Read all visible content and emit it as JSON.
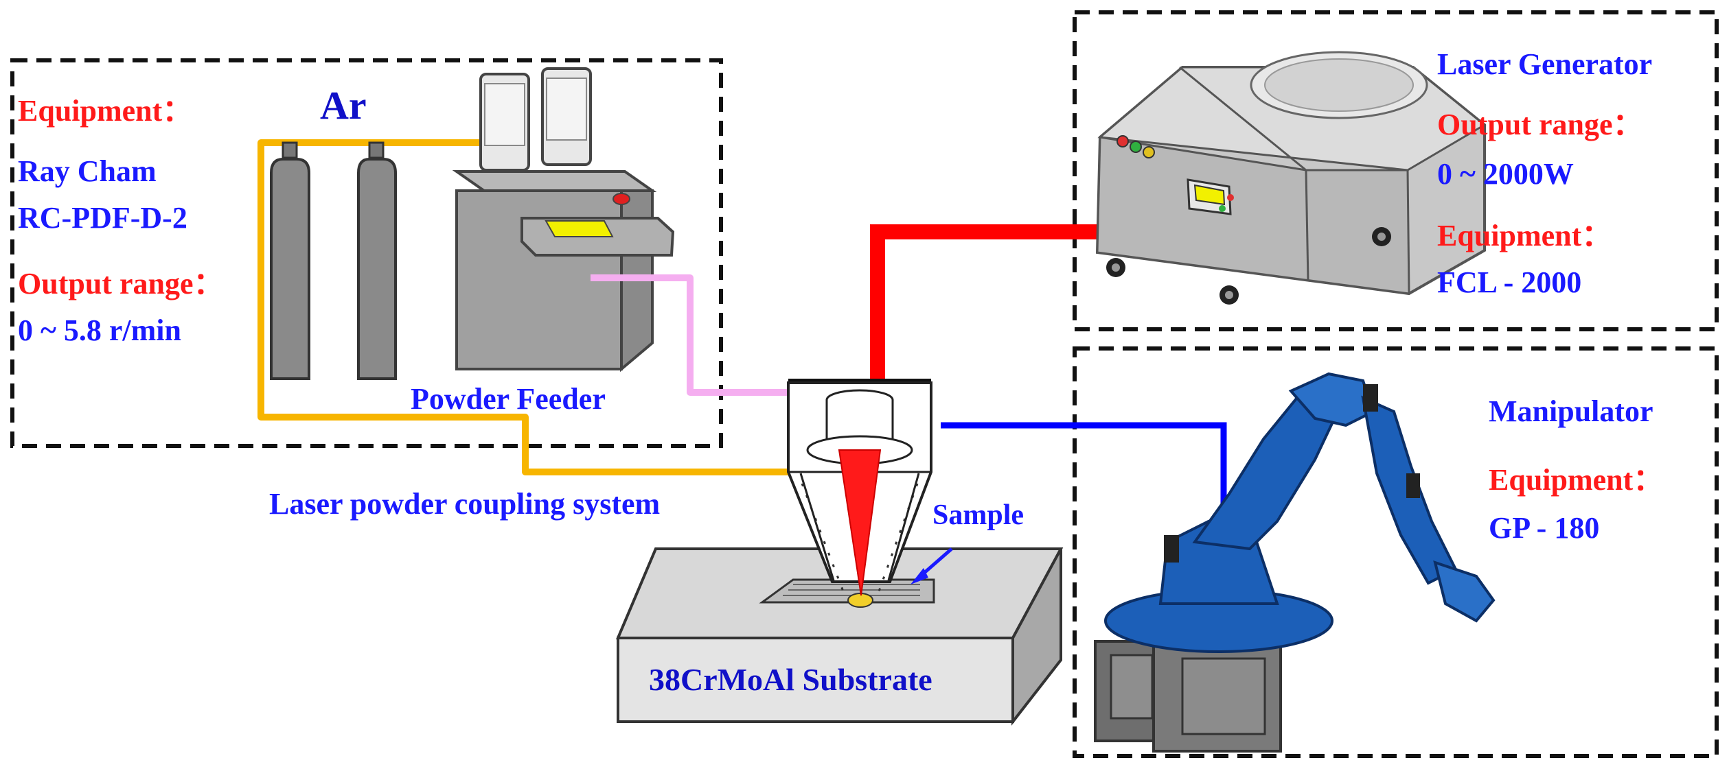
{
  "colors": {
    "red_text": "#ff1a1a",
    "blue_text": "#1a1aff",
    "gas_line": "#f7b500",
    "powder_line": "#f5aef0",
    "laser_line": "#ff0000",
    "control_line": "#0000ff",
    "robot_blue": "#1c5fb8",
    "machine_grey": "#a8a8a8"
  },
  "powder_panel": {
    "equipment_label": "Equipment：",
    "equipment_name_line1": "Ray Cham",
    "equipment_name_line2": "RC-PDF-D-2",
    "output_label": "Output range：",
    "output_value": "0 ~ 5.8 r/min",
    "gas_label": "Ar",
    "feeder_label": "Powder Feeder"
  },
  "laser_panel": {
    "title": "Laser Generator",
    "output_label": "Output range：",
    "output_value": "0 ~ 2000W",
    "equipment_label": "Equipment：",
    "equipment_value": "FCL - 2000"
  },
  "robot_panel": {
    "title": "Manipulator",
    "equipment_label": "Equipment：",
    "equipment_value": "GP - 180"
  },
  "center": {
    "coupling_label": "Laser powder coupling system",
    "sample_label": "Sample",
    "substrate_label": "38CrMoAl Substrate"
  }
}
